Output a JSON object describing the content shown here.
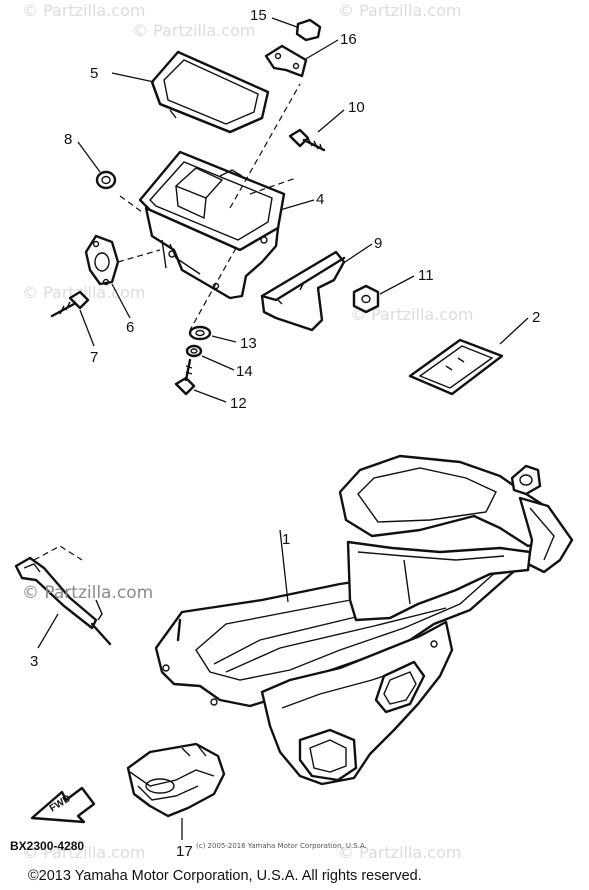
{
  "watermarks": {
    "partzilla_faint": "© Partzilla.com",
    "partzilla_mid": "© Partzilla.com"
  },
  "callouts": {
    "c1": "1",
    "c2": "2",
    "c3": "3",
    "c4": "4",
    "c5": "5",
    "c6": "6",
    "c7": "7",
    "c8": "8",
    "c9": "9",
    "c10": "10",
    "c11": "11",
    "c12": "12",
    "c13": "13",
    "c14": "14",
    "c15": "15",
    "c16": "16",
    "c17": "17"
  },
  "fwd_label": "FWD",
  "part_number": "BX2300-4280",
  "copyright_small": "(c) 2005-2016 Yamaha Motor Corporation, U.S.A.",
  "copyright_footer": "©2013 Yamaha Motor Corporation, U.S.A. All rights reserved.",
  "colors": {
    "line": "#111111",
    "background": "#ffffff",
    "watermark": "#dcdcdc"
  }
}
